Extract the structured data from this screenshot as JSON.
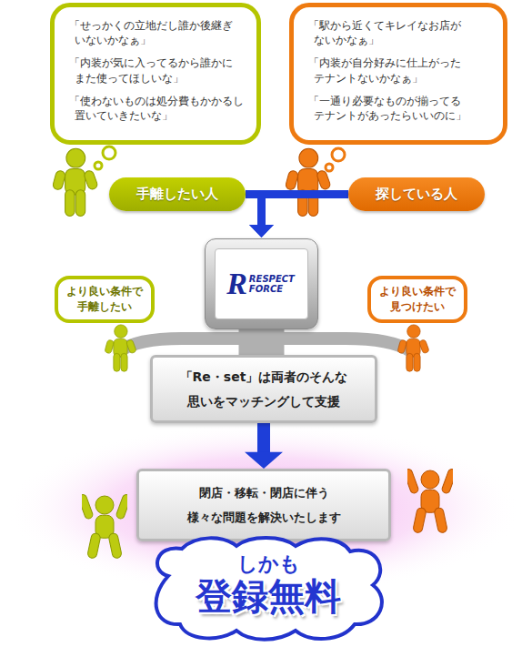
{
  "diagram": {
    "nodes": [
      {
        "text": [
          "「せっかくの立地だし誰か後継ぎ いないかなぁ」",
          "「内装が気に入ってるから誰かに また使ってほしいな」",
          "「使わないものは処分費もかかるし 置いていきたいな」"
        ]
      },
      {
        "text": [
          "手離したい人"
        ]
      },
      {
        "text": [
          "「駅から近くてキレイなお店が ないかなぁ」",
          "「内装が自分好みに仕上がった テナントないかなぁ」",
          "「一通り必要なものが揃ってる テナントがあったらいいのに」"
        ]
      },
      {
        "text": [
          "探している人"
        ]
      },
      {
        "text": [
          "R",
          "RESPECT FORCE"
        ]
      },
      {
        "text": [
          "より良い条件で 手離したい"
        ]
      },
      {
        "text": [
          "より良い条件で 見つけたい"
        ]
      },
      {
        "text": [
          "「Re・set」は両者のそんな 思いをマッチングして支援"
        ]
      },
      {
        "text": [
          "閉店・移転・閉店に伴う 様々な問題を解決いたします"
        ]
      },
      {
        "text": [
          "しかも",
          "登録無料"
        ]
      }
    ],
    "edges": [
      {
        "from": 1,
        "to": 4,
        "arrow": "to"
      },
      {
        "from": 3,
        "to": 4,
        "arrow": "to"
      },
      {
        "from": 4,
        "to": 7,
        "arrow": "none"
      },
      {
        "from": 7,
        "to": 8,
        "arrow": "to"
      }
    ]
  }
}
